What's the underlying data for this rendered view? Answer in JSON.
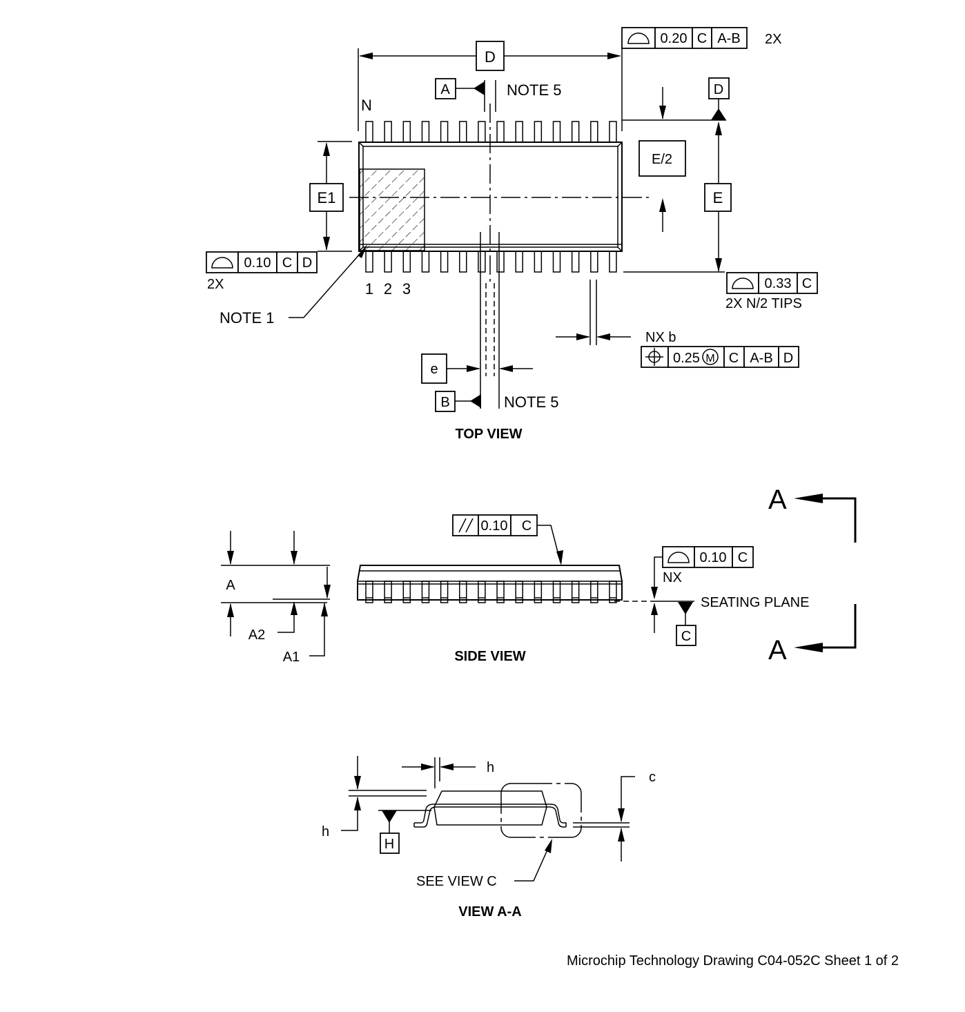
{
  "drawing": {
    "footer": "Microchip Technology Drawing C04-052C Sheet 1 of 2",
    "top_view": {
      "title": "TOP VIEW",
      "pin_n_label": "N",
      "pin_labels": [
        "1",
        "2",
        "3"
      ],
      "dim_d": "D",
      "dim_e1": "E1",
      "dim_e": "E",
      "dim_e_half": "E/2",
      "dim_e_pitch": "e",
      "datum_a": "A",
      "datum_b": "B",
      "datum_d": "D",
      "note5_top": "NOTE 5",
      "note5_bottom": "NOTE 5",
      "note1": "NOTE 1",
      "nx_b": "NX b",
      "fcf_top": {
        "symbol": "profile-of-surface",
        "tol": "0.20",
        "d1": "C",
        "d2": "A-B",
        "qty": "2X"
      },
      "fcf_left": {
        "symbol": "profile-of-surface",
        "tol": "0.10",
        "d1": "C",
        "d2": "D",
        "qty": "2X"
      },
      "fcf_right": {
        "symbol": "profile-of-surface",
        "tol": "0.33",
        "d1": "C",
        "qty": "2X N/2 TIPS"
      },
      "fcf_position": {
        "symbol": "position",
        "tol": "0.25",
        "modifier": "M",
        "d1": "C",
        "d2": "A-B",
        "d3": "D"
      }
    },
    "side_view": {
      "title": "SIDE VIEW",
      "dim_a": "A",
      "dim_a1": "A1",
      "dim_a2": "A2",
      "fcf_parallel": {
        "symbol": "parallelism",
        "tol": "0.10",
        "d1": "C"
      },
      "fcf_nx": {
        "symbol": "profile-of-surface",
        "tol": "0.10",
        "d1": "C",
        "qty": "NX"
      },
      "seating_plane": "SEATING PLANE",
      "datum_c": "C",
      "section_label_top": "A",
      "section_label_bottom": "A"
    },
    "view_aa": {
      "title": "VIEW A-A",
      "dim_h_top": "h",
      "dim_h_left": "h",
      "dim_c": "c",
      "datum_h": "H",
      "see_view": "SEE VIEW C"
    }
  }
}
